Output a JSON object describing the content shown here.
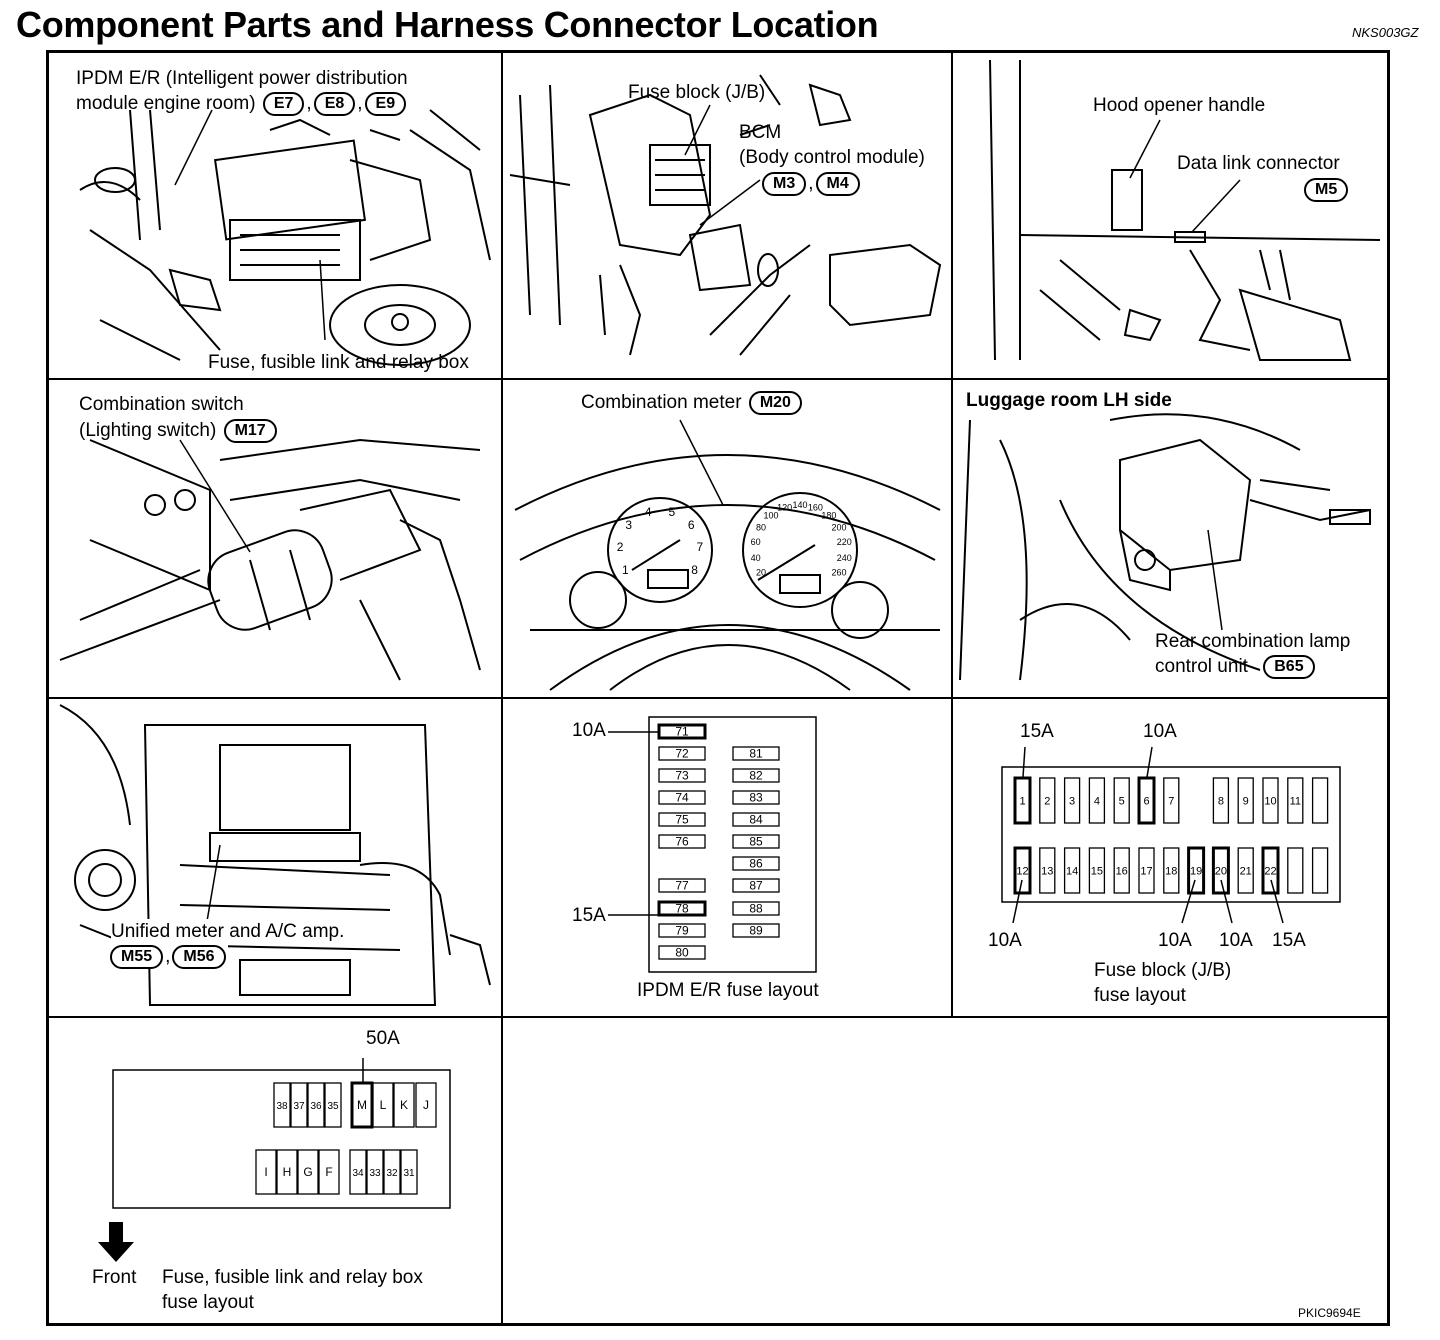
{
  "title": "Component Parts and Harness Connector Location",
  "doc_code": "NKS003GZ",
  "figure_code": "PKIC9694E",
  "panels": {
    "ipdm": {
      "label_line1": "IPDM E/R (Intelligent power distribution",
      "label_line2": "module engine room)",
      "connectors": [
        "E7",
        "E8",
        "E9"
      ],
      "box_label": "Fuse, fusible link and relay box"
    },
    "bcm": {
      "fuse_block_label": "Fuse block (J/B)",
      "bcm_label": "BCM",
      "bcm_full": "(Body control module)",
      "connectors": [
        "M3",
        "M4"
      ]
    },
    "hood": {
      "hood_label": "Hood opener handle",
      "dlc_label": "Data link connector",
      "connector": "M5"
    },
    "combi_switch": {
      "label_line1": "Combination switch",
      "label_line2": "(Lighting switch)",
      "connector": "M17"
    },
    "combi_meter": {
      "label": "Combination meter",
      "connector": "M20",
      "tacho_numbers": [
        "1",
        "2",
        "3",
        "4",
        "5",
        "6",
        "7",
        "8"
      ],
      "speedo_numbers": [
        "20",
        "40",
        "60",
        "80",
        "100",
        "120",
        "140",
        "160",
        "180",
        "200",
        "220",
        "240",
        "260"
      ]
    },
    "luggage": {
      "heading": "Luggage room LH side",
      "label_line1": "Rear combination lamp",
      "label_line2": "control unit",
      "connector": "B65"
    },
    "unified": {
      "label": "Unified meter and A/C amp.",
      "connectors": [
        "M55",
        "M56"
      ]
    },
    "ipdm_fuse": {
      "caption": "IPDM E/R fuse layout",
      "amp_top": "10A",
      "amp_bottom": "15A",
      "left_col": [
        "71",
        "72",
        "73",
        "74",
        "75",
        "76",
        "",
        "77",
        "78",
        "79",
        "80"
      ],
      "right_col": [
        "",
        "81",
        "82",
        "83",
        "84",
        "85",
        "86",
        "87",
        "88",
        "89",
        ""
      ]
    },
    "jb_fuse": {
      "caption_line1": "Fuse block (J/B)",
      "caption_line2": "fuse layout",
      "amp_15a": "15A",
      "amp_10a": "10A",
      "top_row": [
        "1",
        "2",
        "3",
        "4",
        "5",
        "6",
        "7",
        "",
        "8",
        "9",
        "10",
        "11",
        ""
      ],
      "bottom_row": [
        "12",
        "13",
        "14",
        "15",
        "16",
        "17",
        "18",
        "19",
        "20",
        "21",
        "22",
        "",
        ""
      ],
      "bottom_amps": [
        "10A",
        "10A",
        "10A",
        "15A"
      ]
    },
    "relay_fuse": {
      "amp": "50A",
      "caption_line1": "Fuse, fusible link and relay box",
      "caption_line2": "fuse layout",
      "front_label": "Front",
      "top_row": [
        "38",
        "37",
        "36",
        "35",
        "M",
        "L",
        "K",
        "J"
      ],
      "bottom_row": [
        "I",
        "H",
        "G",
        "F",
        "34",
        "33",
        "32",
        "31"
      ]
    }
  }
}
